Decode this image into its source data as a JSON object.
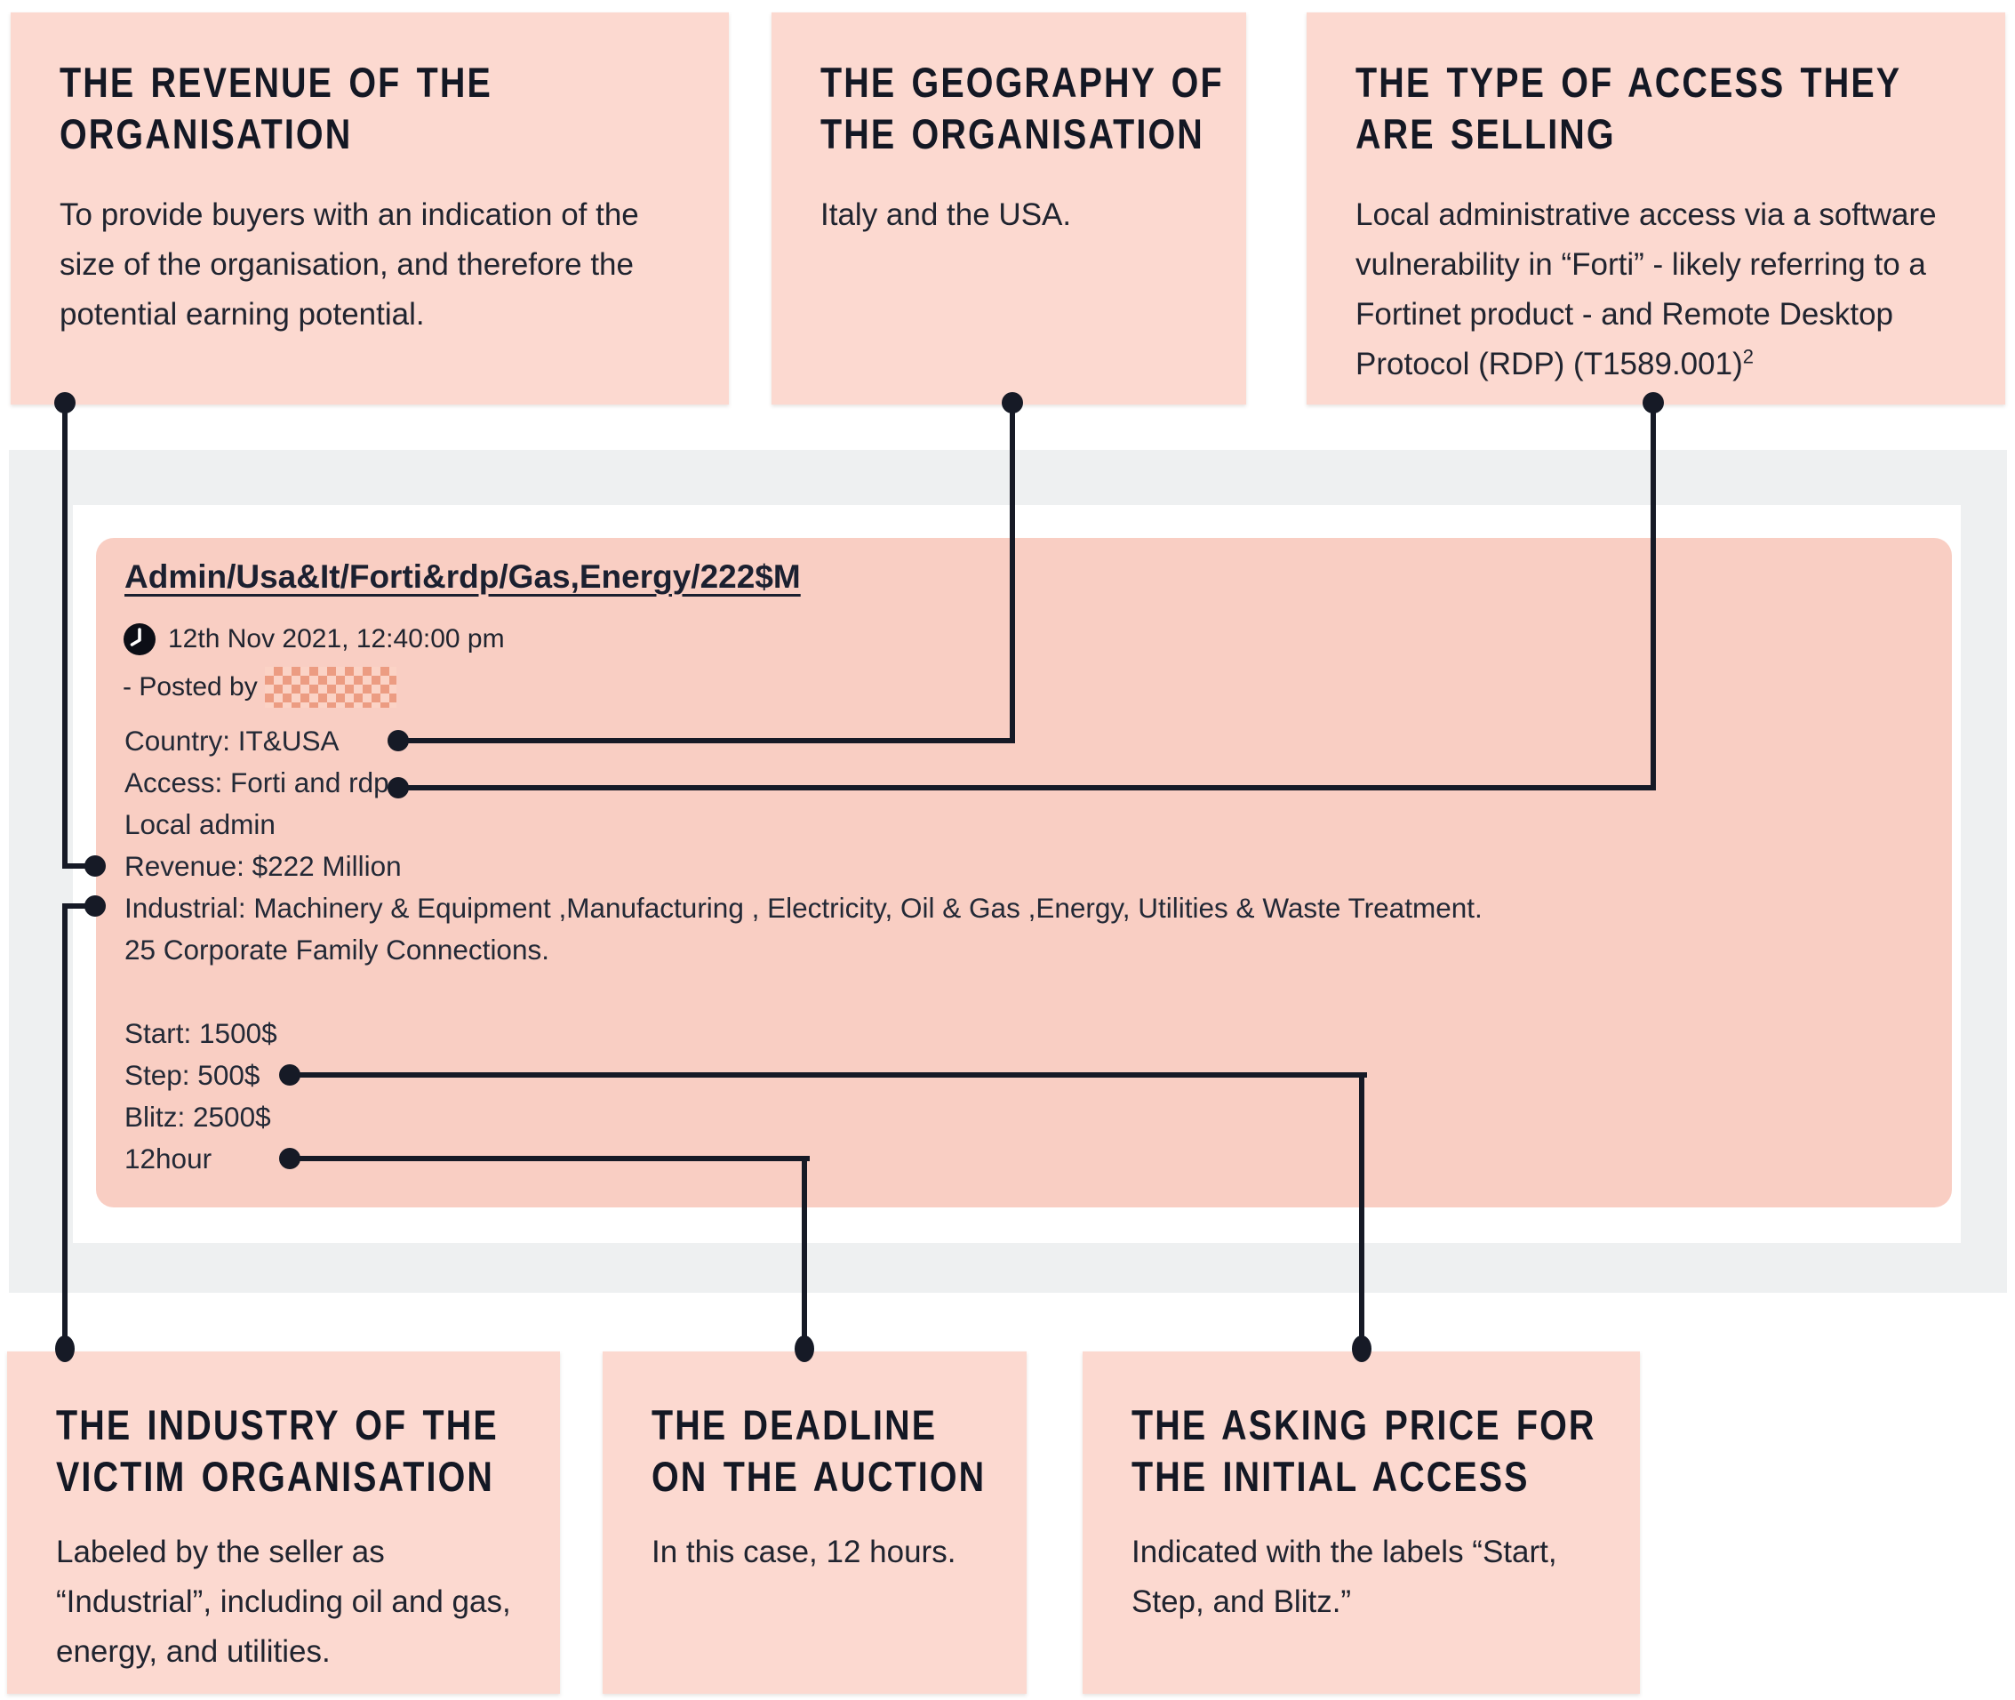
{
  "annotations": {
    "top": [
      {
        "title_lines": [
          "THE REVENUE OF THE",
          "ORGANISATION"
        ],
        "body": "To provide buyers with an indication of the size of the organisation, and therefore the potential earning potential."
      },
      {
        "title_lines": [
          "THE GEOGRAPHY OF",
          "THE ORGANISATION"
        ],
        "body": "Italy and the USA."
      },
      {
        "title_lines": [
          "THE TYPE OF ACCESS THEY",
          "ARE SELLING"
        ],
        "body": "Local administrative access via a software vulnerability in “Forti” - likely referring to a Fortinet product - and Remote Desktop Protocol (RDP) (T1589.001)",
        "body_sup": "2"
      }
    ],
    "bottom": [
      {
        "title_lines": [
          "THE INDUSTRY OF THE",
          "VICTIM ORGANISATION"
        ],
        "body": "Labeled by the seller as “Industrial”, including oil and gas, energy, and utilities."
      },
      {
        "title_lines": [
          "THE DEADLINE",
          "ON THE AUCTION"
        ],
        "body": "In this case, 12 hours."
      },
      {
        "title_lines": [
          "THE ASKING PRICE FOR",
          "THE INITIAL ACCESS"
        ],
        "body": "Indicated with the labels “Start, Step, and Blitz.”"
      }
    ]
  },
  "post": {
    "title": "Admin/Usa&It/Forti&rdp/Gas,Energy/222$M",
    "timestamp": "12th Nov 2021, 12:40:00 pm",
    "posted_by_label": "- Posted by",
    "redacted_username": "",
    "lines": [
      "Country: IT&USA",
      "Access: Forti and rdp",
      "Local admin",
      "Revenue: $222 Million",
      "Industrial: Machinery & Equipment ,Manufacturing , Electricity, Oil & Gas ,Energy, Utilities & Waste Treatment.",
      "25 Corporate Family Connections.",
      "",
      "Start: 1500$",
      "Step: 500$",
      "Blitz: 2500$",
      "12hour"
    ]
  },
  "icons": {
    "clock": "clock-icon"
  },
  "colors": {
    "callout_bg": "#fcd9d0",
    "post_bg": "#f9cec3",
    "panel_bg": "#eef0f1",
    "card_bg": "#ffffff",
    "text": "#20242f",
    "connector": "#161a26",
    "redaction_dark": "#ec9c82",
    "redaction_light": "#fbd3c6"
  }
}
